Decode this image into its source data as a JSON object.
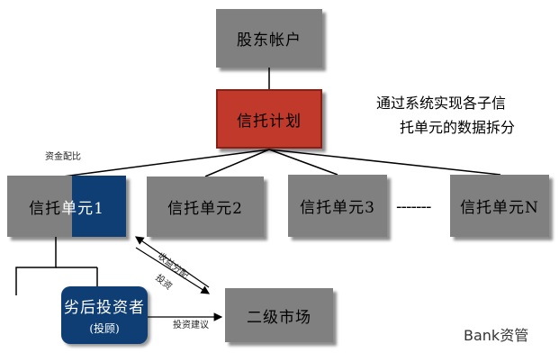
{
  "nodes": {
    "shareholder_account": "股东帐户",
    "trust_plan": "信托计划",
    "trust_unit_1": "信托单元1",
    "trust_unit_1_head": "信托",
    "trust_unit_1_tail": "单元1",
    "trust_unit_2": "信托单元2",
    "trust_unit_3": "信托单元3",
    "trust_unit_n": "信托单元N",
    "secondary_market": "二级市场",
    "subordinated_investor": "劣后投资者",
    "subordinated_investor_role": "(投顾)"
  },
  "labels": {
    "fund_allocation": "资金配比",
    "return_distribution": "收益分配",
    "investment": "投资",
    "investment_advice": "投资建议",
    "ellipsis": "-------"
  },
  "note": {
    "line1": "通过系统实现各子信",
    "line2": "托单元的数据拆分"
  },
  "watermark": "Bank资管",
  "colors": {
    "box_gray": "#808080",
    "trust_plan_red": "#c0392b",
    "investor_navy": "#0f3e74"
  }
}
